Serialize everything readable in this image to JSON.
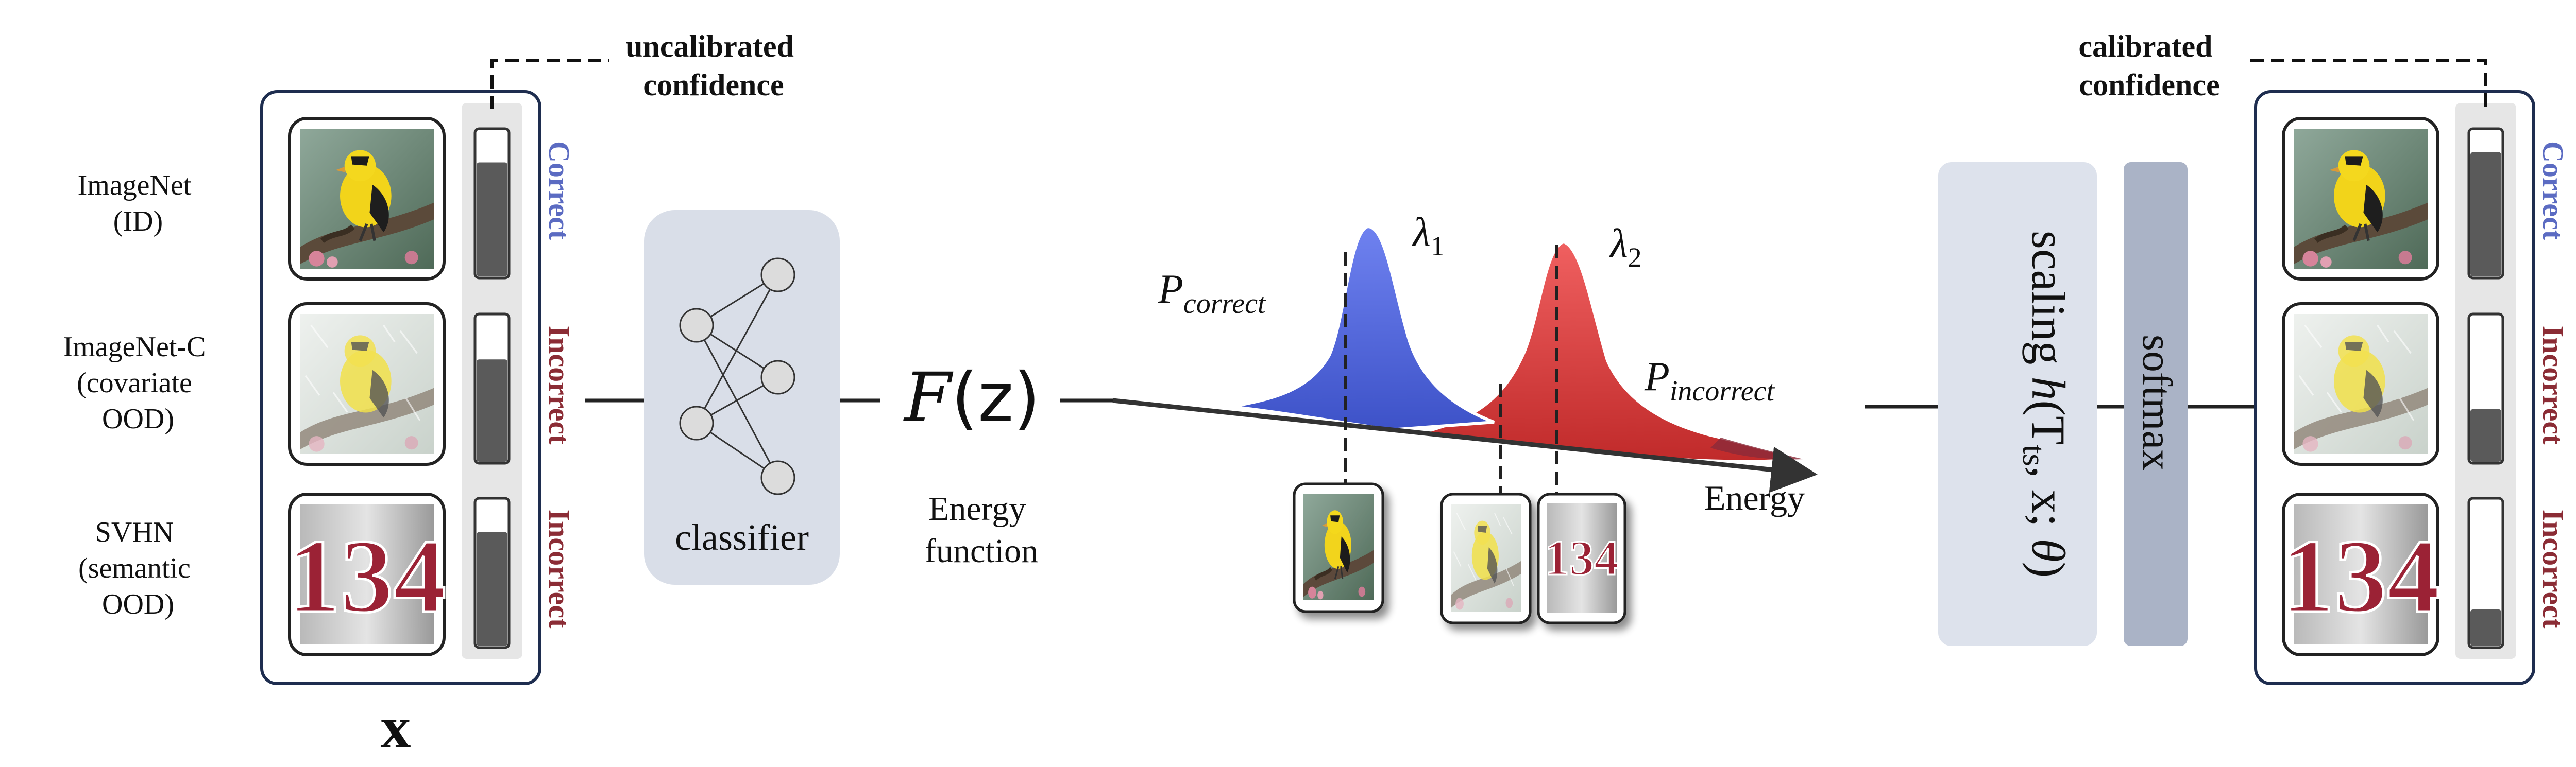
{
  "left_panel": {
    "rows": [
      {
        "label_lines": [
          "ImageNet",
          "(ID)"
        ],
        "status": "Correct",
        "image": "bird-photo",
        "conf_before": 0.78,
        "conf_after": 0.85
      },
      {
        "label_lines": [
          "ImageNet-C",
          "(covariate",
          "OOD)"
        ],
        "status": "Incorrect",
        "image": "bird-photo-corrupted",
        "conf_before": 0.7,
        "conf_after": 0.36
      },
      {
        "label_lines": [
          "SVHN",
          "(semantic",
          "OOD)"
        ],
        "status": "Incorrect",
        "image": "house-number-134",
        "conf_before": 0.78,
        "conf_after": 0.25
      }
    ],
    "input_symbol": "x"
  },
  "labels": {
    "uncalibrated_line1": "uncalibrated",
    "uncalibrated_line2": "confidence",
    "calibrated_line1": "calibrated",
    "calibrated_line2": "confidence",
    "classifier": "classifier",
    "energy_fn_symbol": "F",
    "energy_fn_arg": "(z)",
    "energy_fn_caption_line1": "Energy",
    "energy_fn_caption_line2": "function",
    "p_correct_main": "P",
    "p_correct_sub": "correct",
    "p_incorrect_main": "P",
    "p_incorrect_sub": "incorrect",
    "lambda1_main": "λ",
    "lambda1_sub": "1",
    "lambda2_main": "λ",
    "lambda2_sub": "2",
    "energy_axis": "Energy",
    "scaling_word": "scaling ",
    "scaling_h": "h",
    "scaling_open": "(T",
    "scaling_sub": "ts",
    "scaling_rest": ", x; ",
    "scaling_theta": "θ",
    "scaling_close": ")",
    "softmax": "softmax",
    "house_number": "134"
  },
  "colors": {
    "correct_text": "#5b6bc2",
    "incorrect_text": "#8b2c35",
    "blue_peak": "#5a70e0",
    "red_peak": "#e04848",
    "panel_border": "#1e2d4f",
    "classifier_bg": "#d9dee8",
    "scaling_bg": "#dde2ec",
    "softmax_bg": "#aab3c6",
    "bar_fill": "#5a5a5a",
    "bar_track": "#e6e6e6"
  }
}
